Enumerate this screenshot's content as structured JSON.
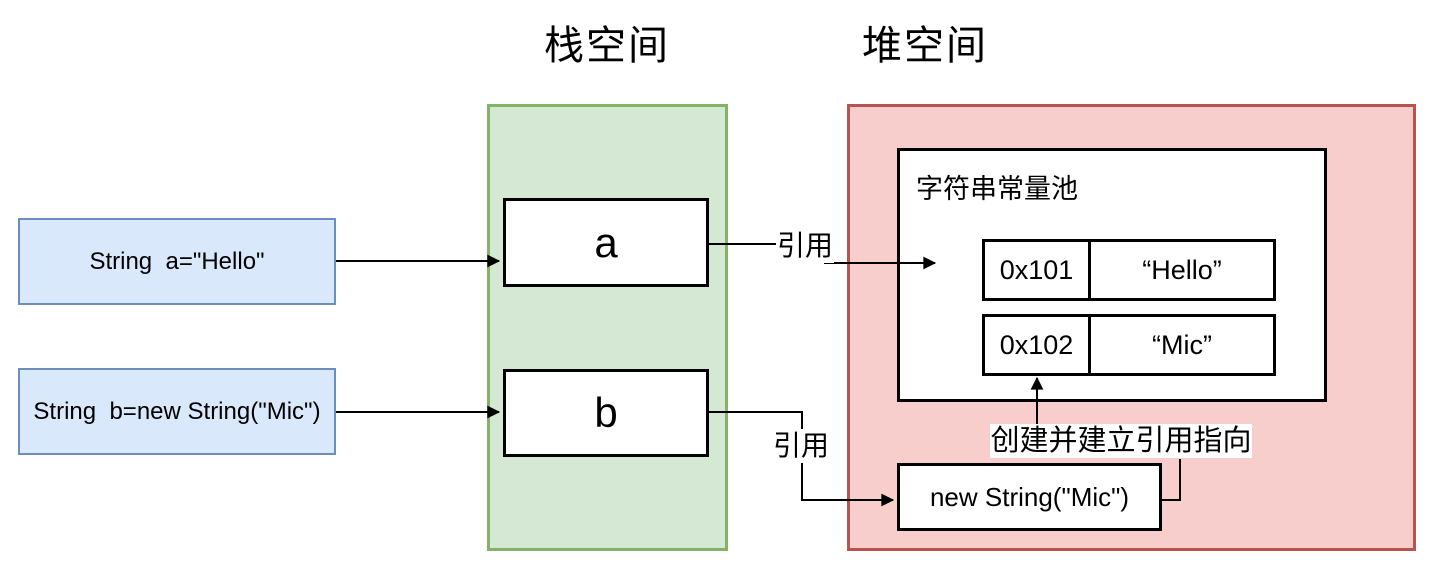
{
  "titles": {
    "stack": "栈空间",
    "heap": "堆空间"
  },
  "source_vars": [
    {
      "label": "String  a=\"Hello\""
    },
    {
      "label": "String  b=new String(\"Mic\")"
    }
  ],
  "stack": {
    "slots": [
      {
        "label": "a"
      },
      {
        "label": "b"
      }
    ]
  },
  "heap": {
    "pool": {
      "title": "字符串常量池",
      "entries": [
        {
          "address": "0x101",
          "value": "“Hello”"
        },
        {
          "address": "0x102",
          "value": "“Mic”"
        }
      ]
    },
    "object_box": {
      "label": "new String(\"Mic\")"
    }
  },
  "annotations": {
    "ref_a": "引用",
    "ref_b": "引用",
    "create_note": "创建并建立引用指向"
  },
  "colors": {
    "stack_fill": "#d5e8d4",
    "stack_stroke": "#82b366",
    "heap_fill": "#f8cecc",
    "heap_stroke": "#b85450",
    "src_fill": "#dae8fc",
    "src_stroke": "#6c8ebf",
    "wire": "#000000"
  }
}
